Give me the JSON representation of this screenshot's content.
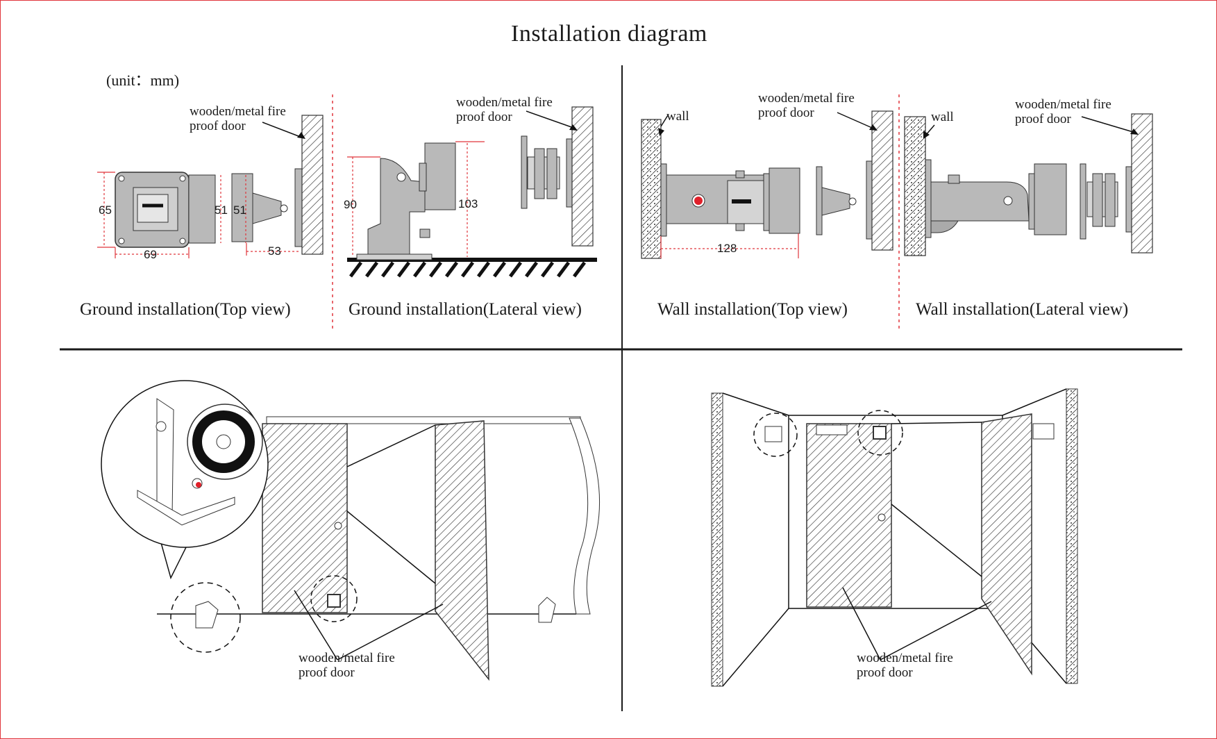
{
  "title": "Installation diagram",
  "unit": "(unit：mm)",
  "captions": {
    "ground_top": "Ground installation(Top view)",
    "ground_lateral": "Ground installation(Lateral view)",
    "wall_top": "Wall installation(Top view)",
    "wall_lateral": "Wall installation(Lateral view)"
  },
  "labels": {
    "door_line1": "wooden/metal fire",
    "door_line2": "proof door",
    "wall": "wall"
  },
  "dimensions": {
    "d65": "65",
    "d51a": "51",
    "d51b": "51",
    "d69": "69",
    "d53": "53",
    "d90": "90",
    "d103": "103",
    "d128": "128"
  },
  "colors": {
    "frame": "#e0353b",
    "dim_line": "#e0353b",
    "device_gray": "#b9b9b9",
    "indicator_red": "#e0202a",
    "line": "#1a1a1a"
  }
}
